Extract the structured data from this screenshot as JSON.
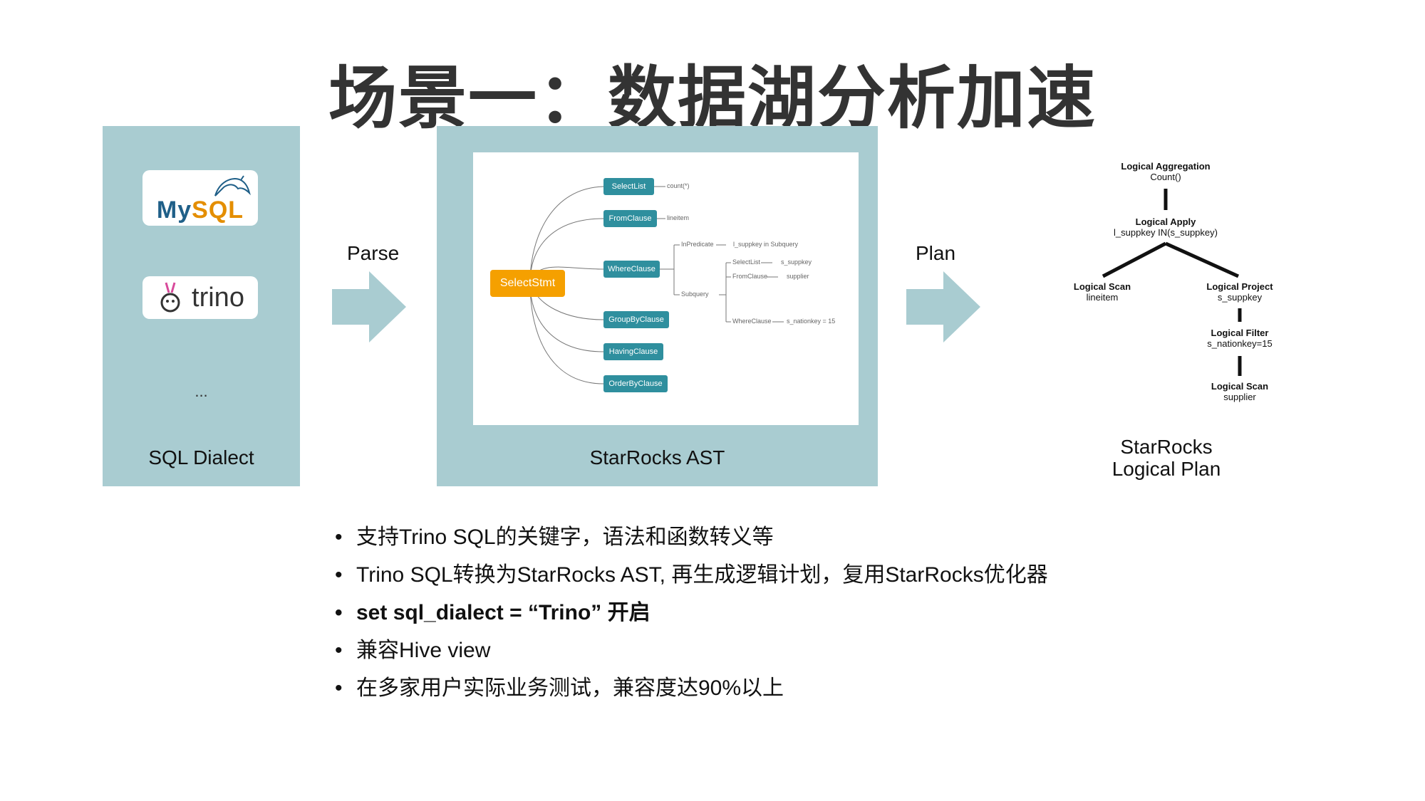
{
  "title": "场景一：数据湖分析加速",
  "left_panel": {
    "logos": [
      {
        "name": "mysql",
        "text_my": "My",
        "text_sql": "SQL"
      },
      {
        "name": "trino",
        "text": "trino"
      }
    ],
    "ellipsis": "...",
    "label": "SQL Dialect"
  },
  "parse_label": "Parse",
  "plan_label": "Plan",
  "ast_panel": {
    "label": "StarRocks AST",
    "root": "SelectStmt",
    "clauses": [
      "SelectList",
      "FromClause",
      "WhereClause",
      "GroupByClause",
      "HavingClause",
      "OrderByClause"
    ],
    "leaves": {
      "select": "count(*)",
      "from": "lineitem",
      "in_predicate": "InPredicate",
      "in_predicate_val": "l_suppkey in Subquery",
      "subquery": "Subquery",
      "sub_select": "SelectList",
      "sub_select_val": "s_suppkey",
      "sub_from": "FromClause",
      "sub_from_val": "supplier",
      "sub_where": "WhereClause",
      "sub_where_val": "s_nationkey = 15"
    }
  },
  "plan_tree": {
    "aggregation": {
      "op": "Logical Aggregation",
      "detail": "Count()"
    },
    "apply": {
      "op": "Logical Apply",
      "detail": "l_suppkey IN(s_suppkey)"
    },
    "scan_left": {
      "op": "Logical Scan",
      "detail": "lineitem"
    },
    "project": {
      "op": "Logical Project",
      "detail": "s_suppkey"
    },
    "filter": {
      "op": "Logical Filter",
      "detail": "s_nationkey=15"
    },
    "scan_right": {
      "op": "Logical Scan",
      "detail": "supplier"
    },
    "caption_line1": "StarRocks",
    "caption_line2": "Logical Plan"
  },
  "bullets": [
    "支持Trino SQL的关键字，语法和函数转义等",
    "Trino SQL转换为StarRocks AST, 再生成逻辑计划，复用StarRocks优化器",
    "set sql_dialect = “Trino” 开启",
    "兼容Hive view",
    "在多家用户实际业务测试，兼容度达90%以上"
  ],
  "colors": {
    "panel": "#a9ccd1",
    "node": "#2f8f9e",
    "root": "#f5a000",
    "arrow": "#a9ccd1"
  }
}
